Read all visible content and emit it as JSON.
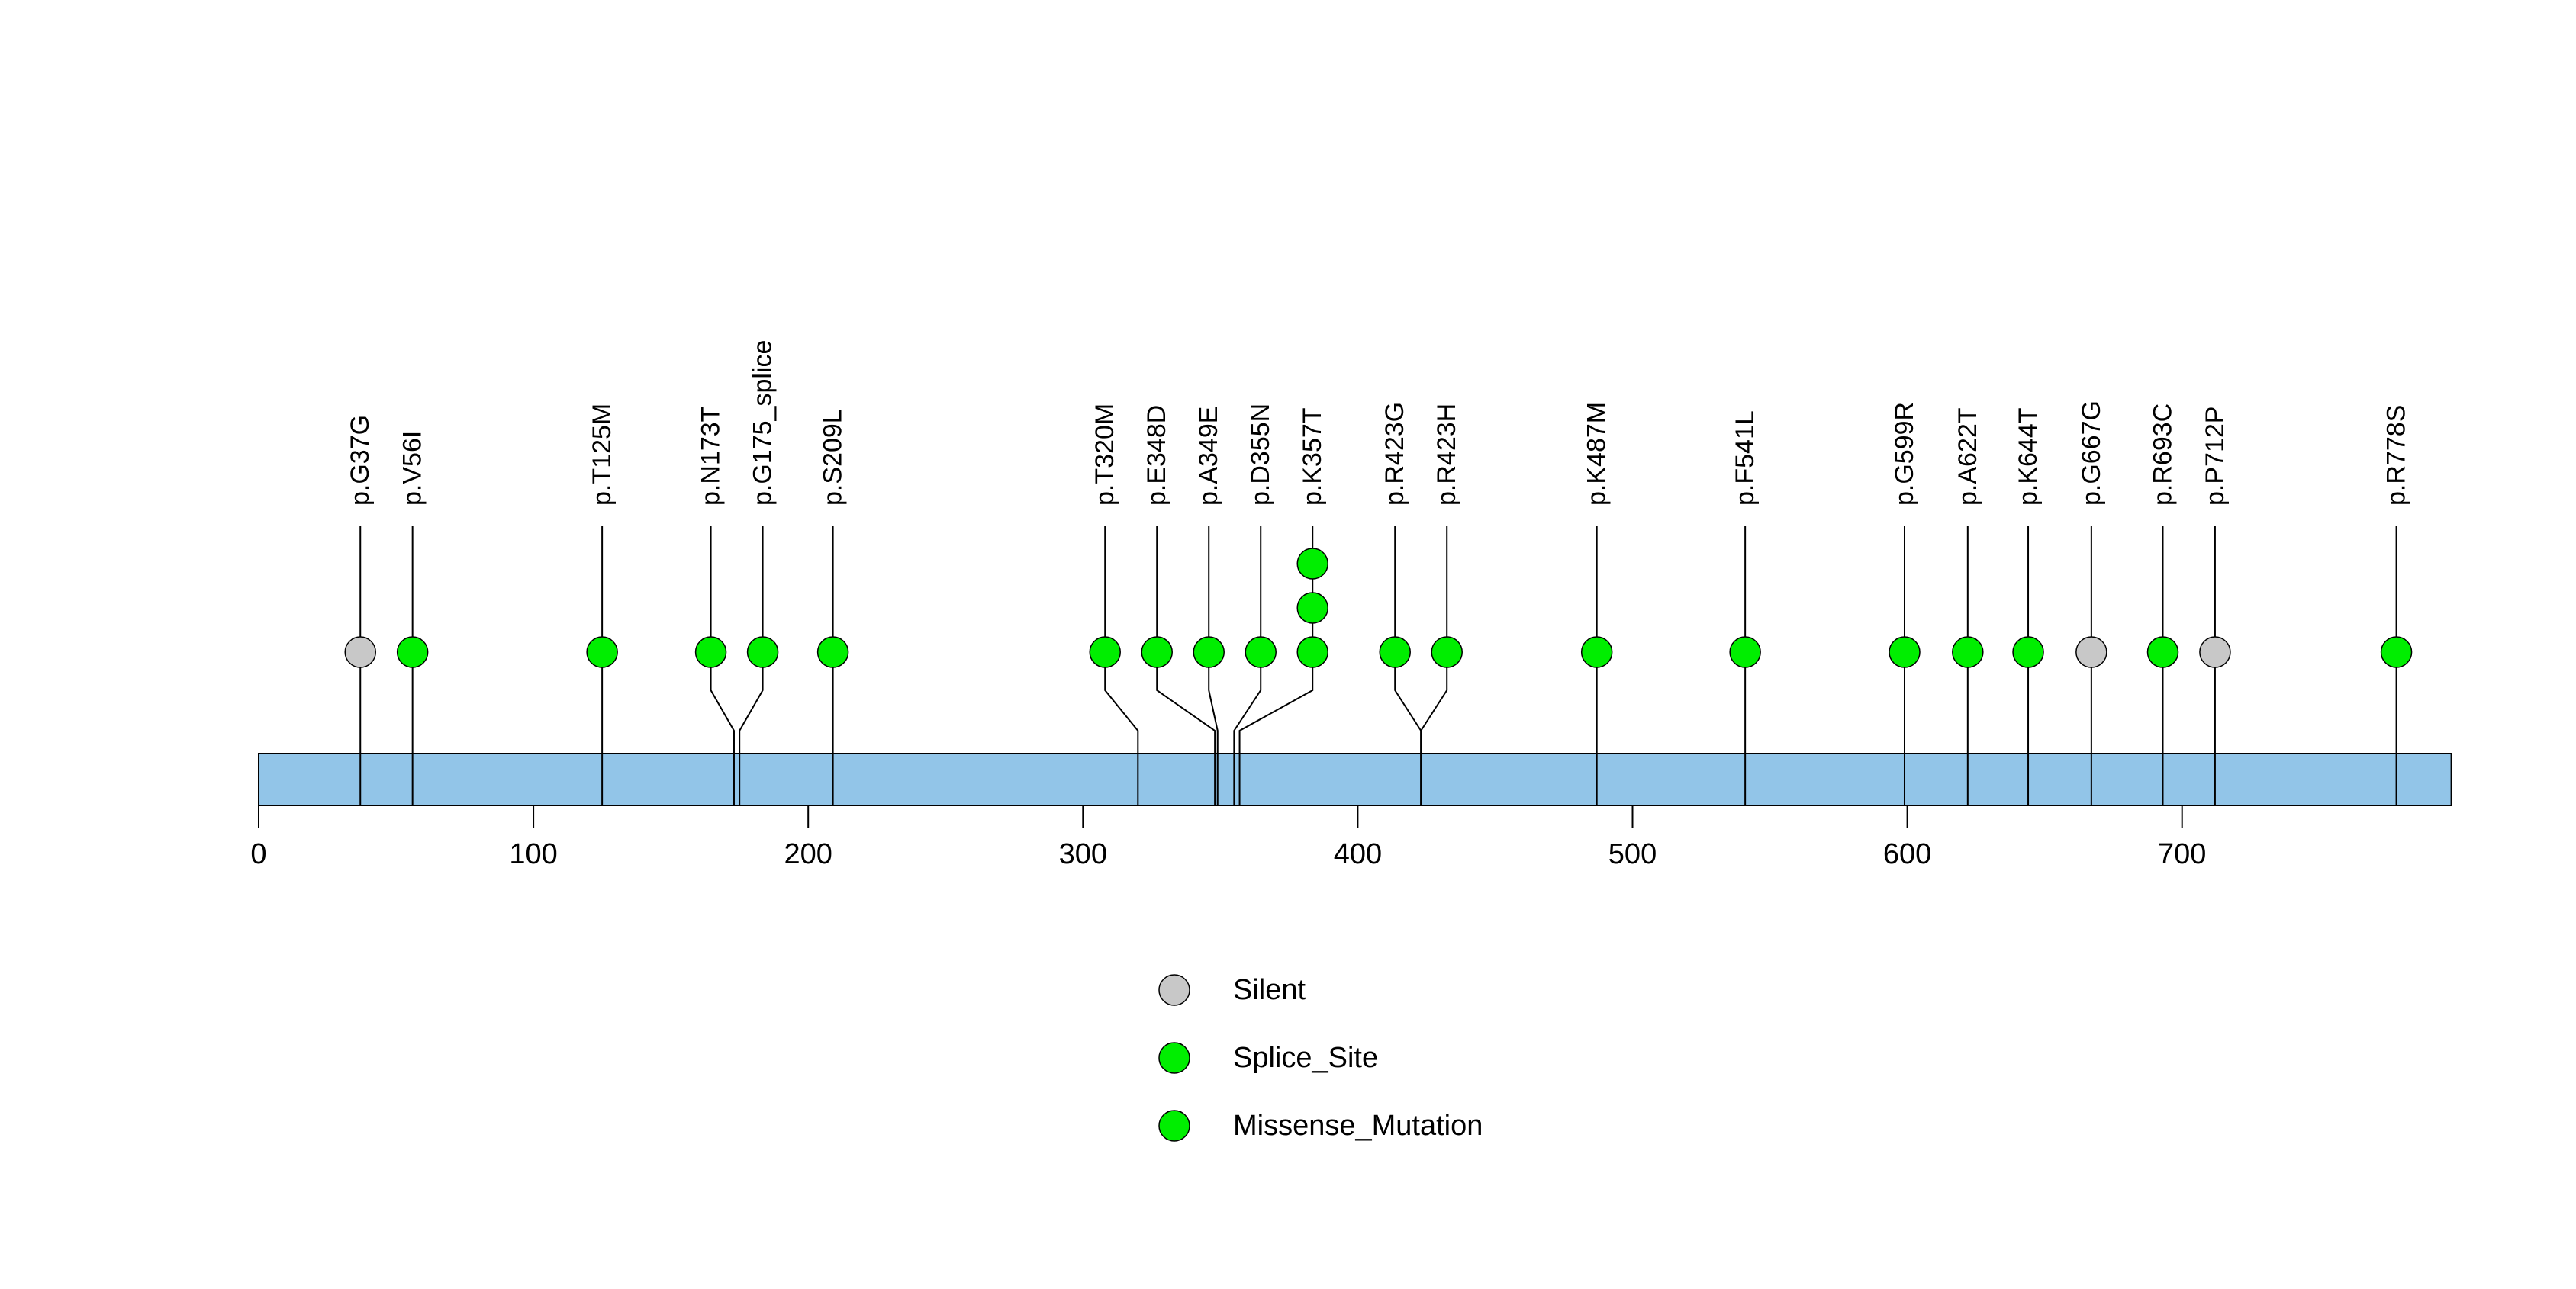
{
  "chart_data": {
    "type": "lollipop",
    "title": "",
    "protein_length": 798,
    "axis": {
      "ticks": [
        0,
        100,
        200,
        300,
        400,
        500,
        600,
        700
      ],
      "label": ""
    },
    "colors": {
      "Missense_Mutation": "#00EE00",
      "Splice_Site": "#00EE00",
      "Silent": "#C8C8C8",
      "backbone": "#92C5E8",
      "backbone_border": "#000000",
      "stem": "#000000",
      "circle_border": "#000000"
    },
    "mutations": [
      {
        "label": "p.G37G",
        "pos": 37,
        "class": "Silent",
        "count": 1
      },
      {
        "label": "p.V56I",
        "pos": 56,
        "class": "Missense_Mutation",
        "count": 1
      },
      {
        "label": "p.T125M",
        "pos": 125,
        "class": "Missense_Mutation",
        "count": 1
      },
      {
        "label": "p.N173T",
        "pos": 173,
        "class": "Missense_Mutation",
        "count": 1
      },
      {
        "label": "p.G175_splice",
        "pos": 175,
        "class": "Splice_Site",
        "count": 1
      },
      {
        "label": "p.S209L",
        "pos": 209,
        "class": "Missense_Mutation",
        "count": 1
      },
      {
        "label": "p.T320M",
        "pos": 320,
        "class": "Missense_Mutation",
        "count": 1
      },
      {
        "label": "p.E348D",
        "pos": 348,
        "class": "Missense_Mutation",
        "count": 1
      },
      {
        "label": "p.A349E",
        "pos": 349,
        "class": "Missense_Mutation",
        "count": 1
      },
      {
        "label": "p.D355N",
        "pos": 355,
        "class": "Missense_Mutation",
        "count": 1
      },
      {
        "label": "p.K357T",
        "pos": 357,
        "class": "Missense_Mutation",
        "count": 3
      },
      {
        "label": "p.R423G",
        "pos": 423,
        "class": "Missense_Mutation",
        "count": 1
      },
      {
        "label": "p.R423H",
        "pos": 423,
        "class": "Missense_Mutation",
        "count": 1
      },
      {
        "label": "p.K487M",
        "pos": 487,
        "class": "Missense_Mutation",
        "count": 1
      },
      {
        "label": "p.F541L",
        "pos": 541,
        "class": "Missense_Mutation",
        "count": 1
      },
      {
        "label": "p.G599R",
        "pos": 599,
        "class": "Missense_Mutation",
        "count": 1
      },
      {
        "label": "p.A622T",
        "pos": 622,
        "class": "Missense_Mutation",
        "count": 1
      },
      {
        "label": "p.K644T",
        "pos": 644,
        "class": "Missense_Mutation",
        "count": 1
      },
      {
        "label": "p.G667G",
        "pos": 667,
        "class": "Silent",
        "count": 1
      },
      {
        "label": "p.R693C",
        "pos": 693,
        "class": "Missense_Mutation",
        "count": 1
      },
      {
        "label": "p.P712P",
        "pos": 712,
        "class": "Silent",
        "count": 1
      },
      {
        "label": "p.R778S",
        "pos": 778,
        "class": "Missense_Mutation",
        "count": 1
      }
    ],
    "legend": [
      {
        "label": "Silent",
        "color": "#C8C8C8"
      },
      {
        "label": "Splice_Site",
        "color": "#00EE00"
      },
      {
        "label": "Missense_Mutation",
        "color": "#00EE00"
      }
    ],
    "legend_position": "bottom-center",
    "grid": false
  }
}
